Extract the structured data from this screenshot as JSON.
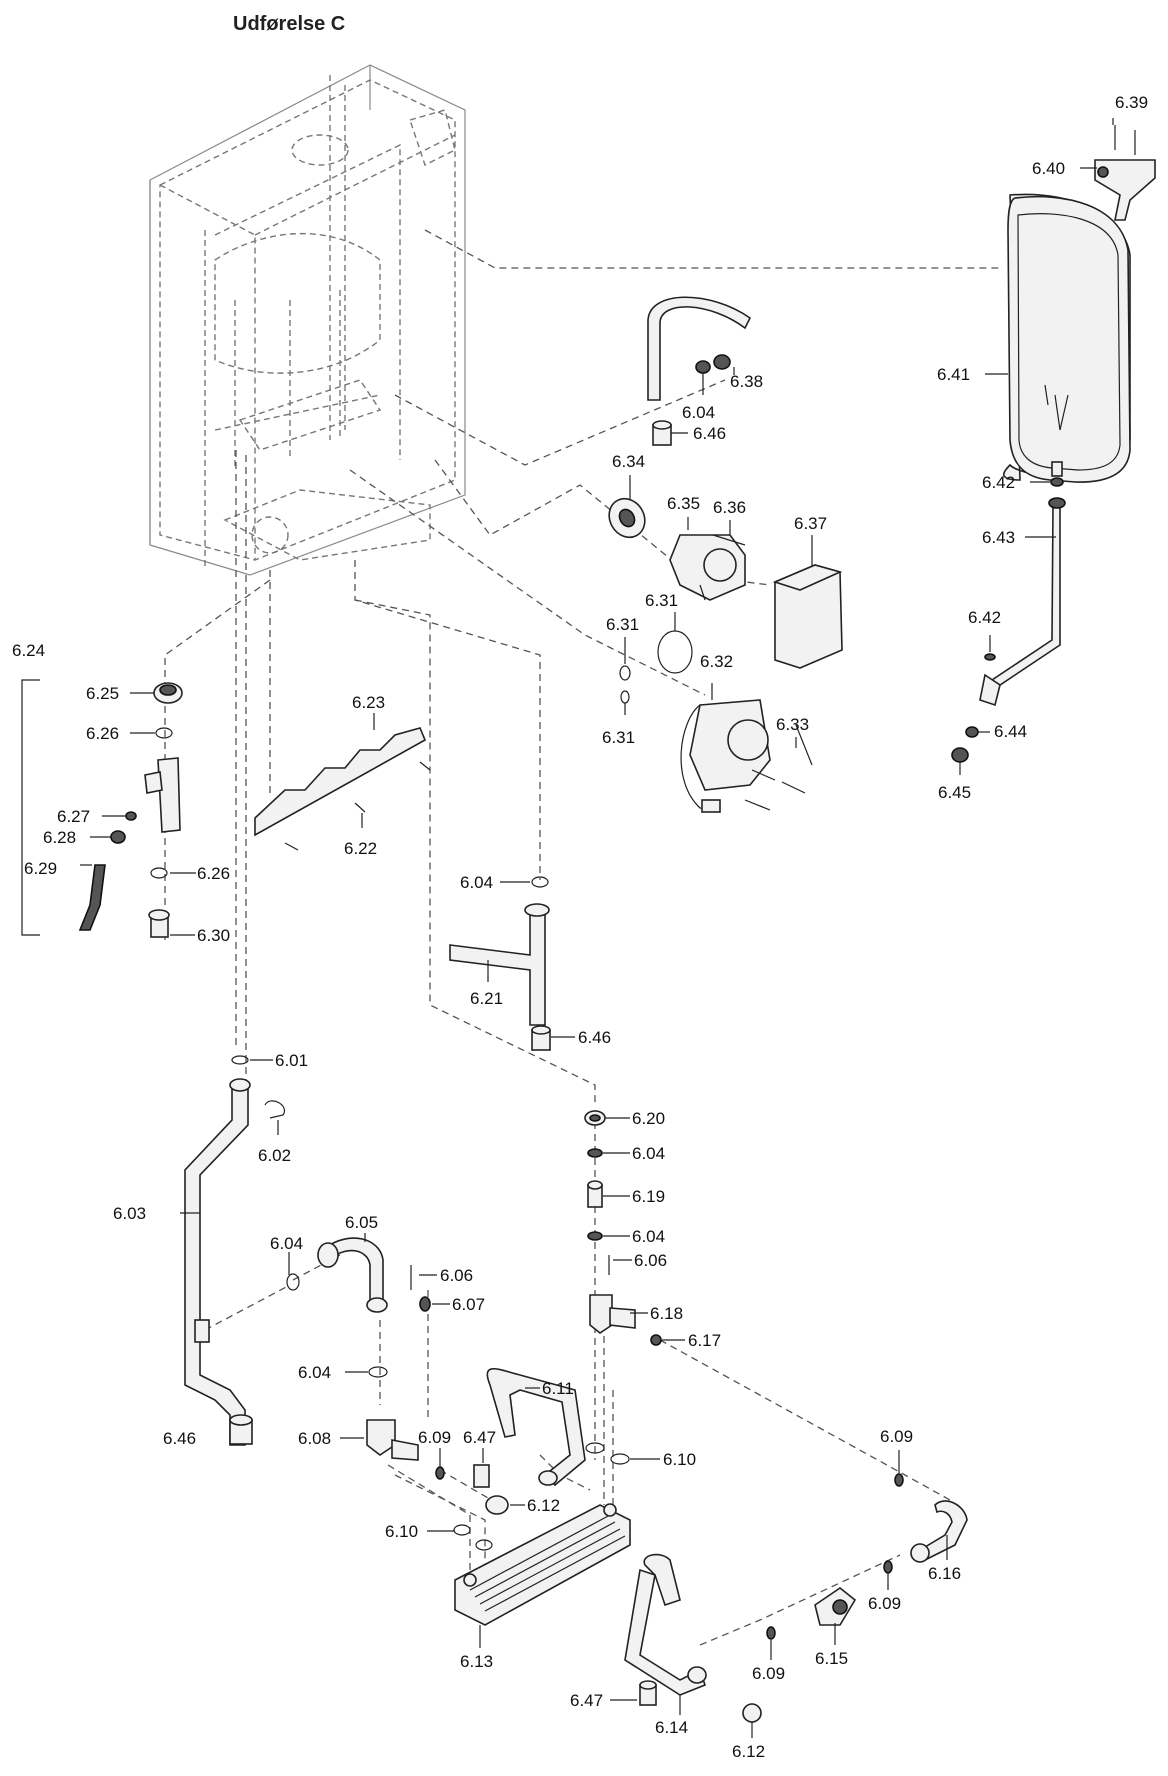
{
  "title": "Udførelse C",
  "labels": {
    "p601": "6.01",
    "p602": "6.02",
    "p603": "6.03",
    "p604a": "6.04",
    "p604b": "6.04",
    "p604c": "6.04",
    "p604d": "6.04",
    "p604e": "6.04",
    "p604f": "6.04",
    "p605": "6.05",
    "p606a": "6.06",
    "p606b": "6.06",
    "p607": "6.07",
    "p608": "6.08",
    "p609a": "6.09",
    "p609b": "6.09",
    "p609c": "6.09",
    "p609d": "6.09",
    "p610a": "6.10",
    "p610b": "6.10",
    "p611": "6.11",
    "p612a": "6.12",
    "p612b": "6.12",
    "p613": "6.13",
    "p614": "6.14",
    "p615": "6.15",
    "p616": "6.16",
    "p617": "6.17",
    "p618": "6.18",
    "p619": "6.19",
    "p620": "6.20",
    "p621": "6.21",
    "p622": "6.22",
    "p623": "6.23",
    "p624": "6.24",
    "p625": "6.25",
    "p626a": "6.26",
    "p626b": "6.26",
    "p627": "6.27",
    "p628": "6.28",
    "p629": "6.29",
    "p630": "6.30",
    "p631a": "6.31",
    "p631b": "6.31",
    "p631c": "6.31",
    "p632": "6.32",
    "p633": "6.33",
    "p634": "6.34",
    "p635": "6.35",
    "p636": "6.36",
    "p637": "6.37",
    "p638": "6.38",
    "p639": "6.39",
    "p640": "6.40",
    "p641": "6.41",
    "p642a": "6.42",
    "p642b": "6.42",
    "p643": "6.43",
    "p644": "6.44",
    "p645": "6.45",
    "p646a": "6.46",
    "p646b": "6.46",
    "p646c": "6.46",
    "p647a": "6.47",
    "p647b": "6.47"
  }
}
